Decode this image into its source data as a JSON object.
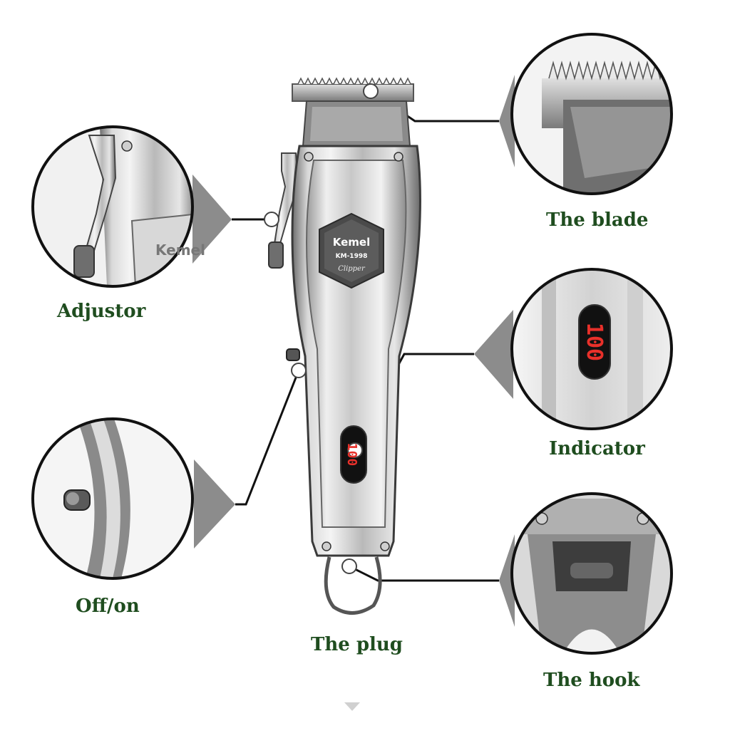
{
  "product": {
    "brand": "Kemel",
    "model": "KM-1998",
    "script": "Clipper",
    "display_reading": "100"
  },
  "callouts": {
    "blade": "The blade",
    "adjustor": "Adjustor",
    "indicator": "Indicator",
    "off_on": "Off/on",
    "plug": "The plug",
    "hook": "The hook"
  },
  "colors": {
    "label_green": "#1f4d1f",
    "led_red": "#e8302a",
    "callout_grey": "#8c8c8c"
  }
}
